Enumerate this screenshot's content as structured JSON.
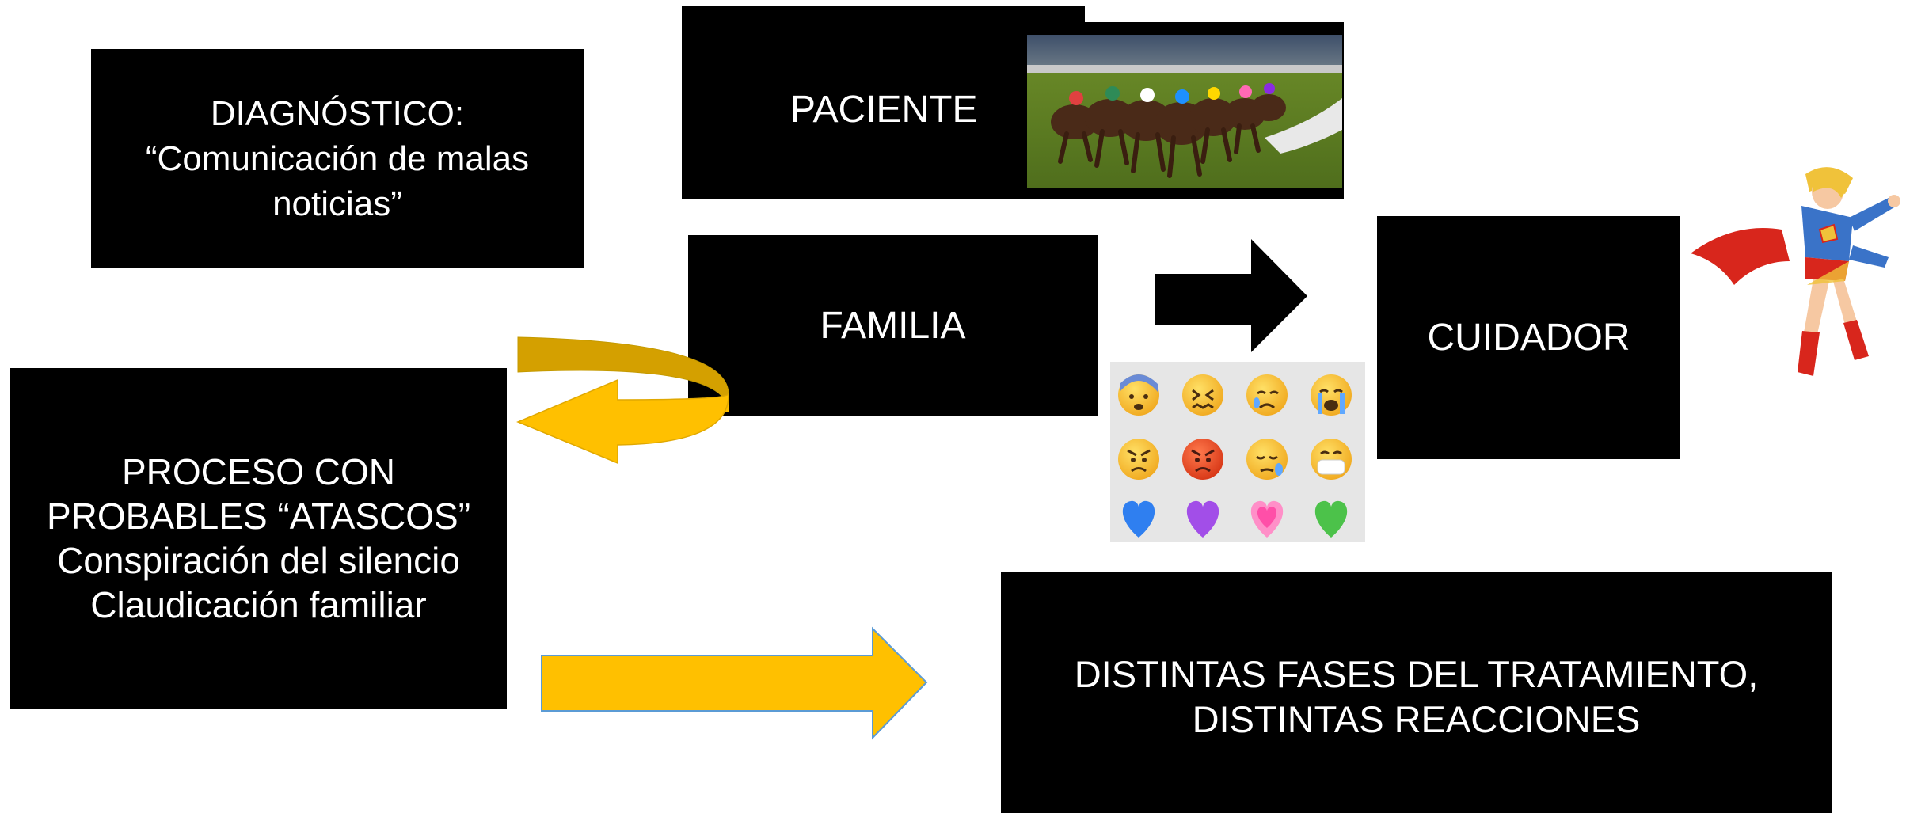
{
  "boxes": {
    "diagnostico": {
      "line1": "DIAGNÓSTICO:",
      "line2": "“Comunicación de malas",
      "line3": "noticias”"
    },
    "paciente": "PACIENTE",
    "familia": "FAMILIA",
    "cuidador": "CUIDADOR",
    "proceso": {
      "line1": "PROCESO CON",
      "line2": "PROBABLES “ATASCOS”",
      "line3": "Conspiración del silencio",
      "line4": "Claudicación familiar"
    },
    "fases": {
      "line1": "DISTINTAS FASES DEL TRATAMIENTO,",
      "line2": "DISTINTAS REACCIONES"
    }
  },
  "images": {
    "horse_race_photo": "horse-race-photo",
    "superhero_illustration": "flying-superheroine-illustration",
    "emoji_grid": {
      "rows": [
        [
          "anxious-face-icon",
          "confounded-face-icon",
          "crying-face-icon",
          "loudly-crying-face-icon"
        ],
        [
          "angry-face-icon",
          "pouting-face-icon",
          "sleepy-face-icon",
          "mask-face-icon"
        ],
        [
          "blue-heart-icon",
          "purple-heart-icon",
          "growing-heart-icon",
          "green-heart-icon"
        ]
      ]
    }
  },
  "colors": {
    "box_fill": "#000000",
    "box_text": "#ffffff",
    "accent_arrow": "#FFC000",
    "accent_arrow_dark": "#D4A000",
    "arrow_outline": "#5B9BD5"
  }
}
